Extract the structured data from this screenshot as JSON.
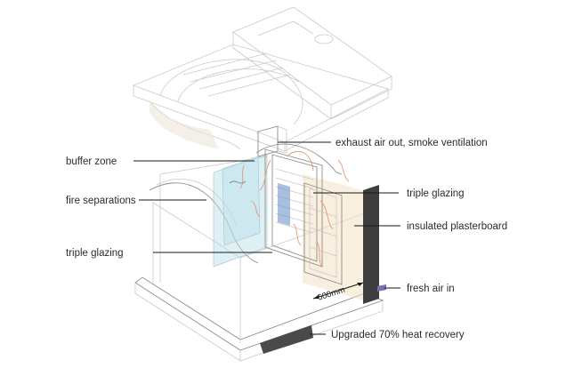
{
  "labels": {
    "buffer_zone": "buffer zone",
    "fire_separations": "fire separations",
    "triple_glazing_left": "triple glazing",
    "exhaust": "exhaust air out, smoke ventilation",
    "triple_glazing_right": "triple glazing",
    "insulated_plasterboard": "insulated plasterboard",
    "fresh_air": "fresh air in",
    "heat_recovery": "Upgraded 70% heat recovery",
    "dimension": "600mm"
  },
  "colors": {
    "glass": "#b9dde6",
    "warm_panel": "#f3e2c3",
    "airflow_warm": "#e59a72",
    "airflow_cool": "#6a8fb0",
    "dark_panel": "#4a4a4a",
    "fresh_air_accent": "#7a6fb0"
  }
}
